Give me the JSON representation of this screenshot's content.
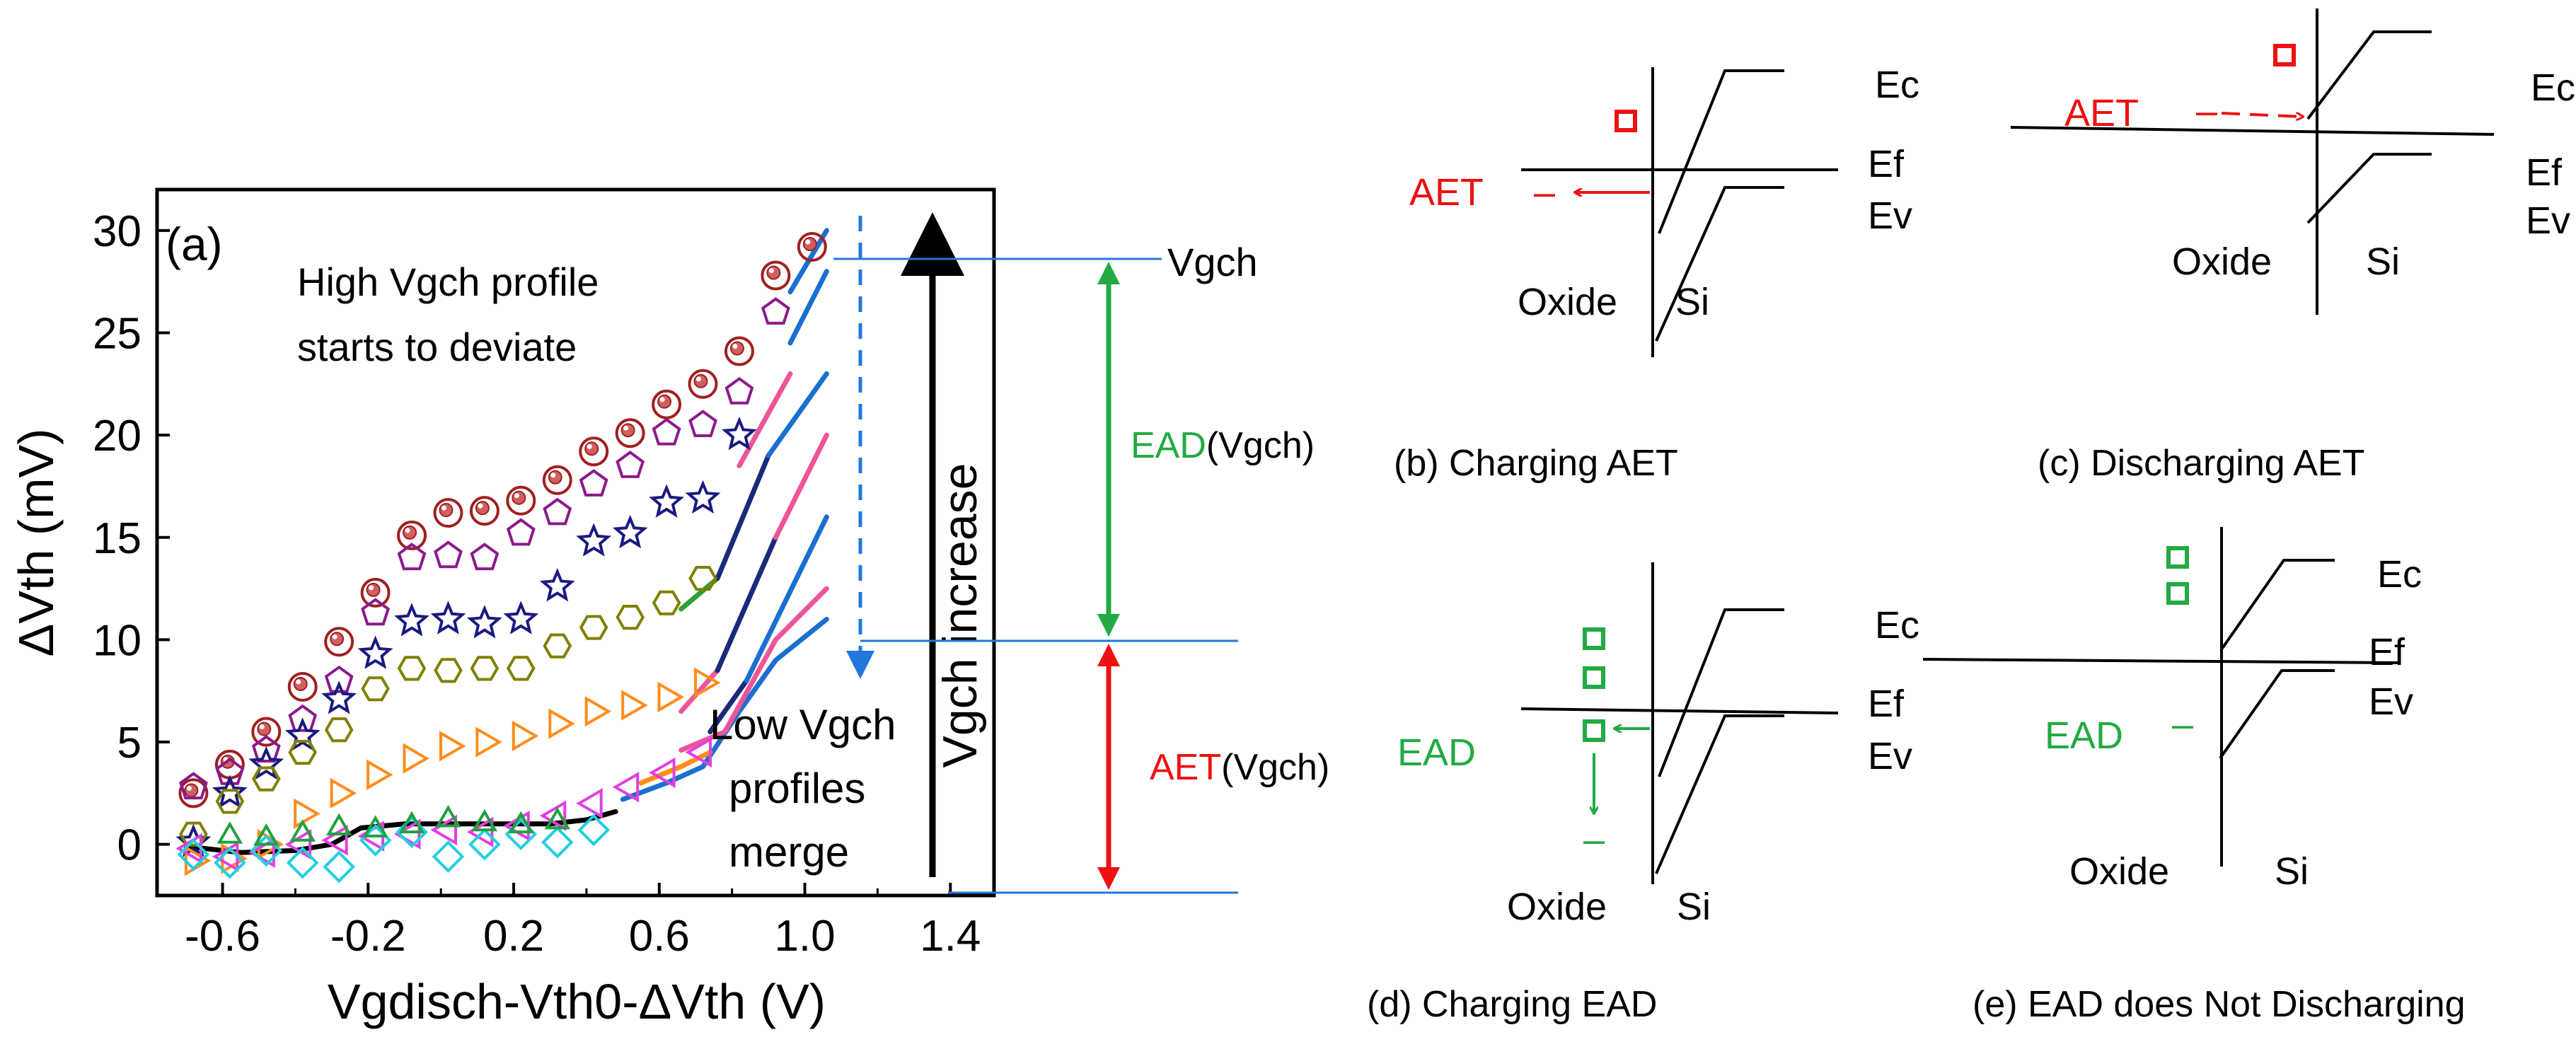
{
  "chart_data": {
    "type": "scatter",
    "panel_label": "(a)",
    "xlabel": "Vgdisch-Vth0-ΔVth (V)",
    "ylabel": "ΔVth (mV)",
    "xlim": [
      -0.78,
      1.52
    ],
    "ylim": [
      -2.5,
      32
    ],
    "xticks": [
      "-0.6",
      "-0.2",
      "0.2",
      "0.6",
      "1.0",
      "1.4"
    ],
    "xtick_values": [
      -0.6,
      -0.2,
      0.2,
      0.6,
      1.0,
      1.4
    ],
    "yticks": [
      "0",
      "5",
      "10",
      "15",
      "20",
      "25",
      "30"
    ],
    "ytick_values": [
      0,
      5,
      10,
      15,
      20,
      25,
      30
    ],
    "colors": {
      "maroon": "#a02020",
      "purple": "#8b1a8b",
      "navy": "#1a1a80",
      "olive": "#808000",
      "orange": "#ff8c1a",
      "magenta": "#e040e0",
      "cyan": "#20d0e0",
      "green": "#20a040",
      "fit_blue": "#1a6fd0",
      "fit_pink": "#ee5599",
      "fit_navy": "#1a2a7a",
      "fit_green": "#30a030",
      "fit_orange": "#ff8c1a",
      "fit_black": "#000000",
      "red": "#ee1111",
      "ead_green": "#22aa44",
      "line_blue": "#2277dd"
    },
    "series": [
      {
        "marker": "circle-dot",
        "color": "maroon",
        "x": [
          -0.68,
          -0.58,
          -0.48,
          -0.38,
          -0.28,
          -0.18,
          -0.08,
          0.02,
          0.12,
          0.22,
          0.32,
          0.42,
          0.52,
          0.62,
          0.72,
          0.82,
          0.92,
          1.02
        ],
        "y": [
          2.5,
          3.9,
          5.5,
          7.7,
          9.9,
          12.3,
          15.1,
          16.2,
          16.3,
          16.8,
          17.8,
          19.2,
          20.1,
          21.5,
          22.5,
          24.1,
          27.8,
          29.2
        ]
      },
      {
        "marker": "pentagon",
        "color": "purple",
        "x": [
          -0.68,
          -0.58,
          -0.48,
          -0.38,
          -0.28,
          -0.18,
          -0.08,
          0.02,
          0.12,
          0.22,
          0.32,
          0.42,
          0.52,
          0.62,
          0.72,
          0.82,
          0.92
        ],
        "y": [
          2.8,
          3.5,
          4.6,
          6.1,
          8.0,
          11.3,
          14.0,
          14.1,
          14.0,
          15.2,
          16.2,
          17.6,
          18.5,
          20.1,
          20.5,
          22.1,
          26.0
        ]
      },
      {
        "marker": "star",
        "color": "navy",
        "x": [
          -0.68,
          -0.58,
          -0.48,
          -0.38,
          -0.28,
          -0.18,
          -0.08,
          0.02,
          0.12,
          0.22,
          0.32,
          0.42,
          0.52,
          0.62,
          0.72,
          0.82
        ],
        "y": [
          0.1,
          2.5,
          3.9,
          5.3,
          7.1,
          9.3,
          10.9,
          11.0,
          10.8,
          11.0,
          12.6,
          14.8,
          15.2,
          16.7,
          16.9,
          20.0
        ]
      },
      {
        "marker": "hexagon",
        "color": "olive",
        "x": [
          -0.68,
          -0.58,
          -0.48,
          -0.38,
          -0.28,
          -0.18,
          -0.08,
          0.02,
          0.12,
          0.22,
          0.32,
          0.42,
          0.52,
          0.62,
          0.72
        ],
        "y": [
          0.5,
          2.1,
          3.2,
          4.5,
          5.6,
          7.6,
          8.6,
          8.5,
          8.6,
          8.6,
          9.7,
          10.6,
          11.1,
          11.8,
          13.0
        ]
      },
      {
        "marker": "triangle-right",
        "color": "orange",
        "x": [
          -0.68,
          -0.58,
          -0.48,
          -0.38,
          -0.28,
          -0.18,
          -0.08,
          0.02,
          0.12,
          0.22,
          0.32,
          0.42,
          0.52,
          0.62,
          0.72
        ],
        "y": [
          -0.8,
          -0.7,
          0.0,
          1.5,
          2.5,
          3.4,
          4.2,
          4.8,
          5.0,
          5.3,
          5.9,
          6.5,
          6.8,
          7.2,
          7.9
        ]
      },
      {
        "marker": "triangle-left",
        "color": "magenta",
        "x": [
          -0.68,
          -0.58,
          -0.48,
          -0.38,
          -0.28,
          -0.18,
          -0.08,
          0.02,
          0.12,
          0.22,
          0.32,
          0.42,
          0.52,
          0.62,
          0.72
        ],
        "y": [
          -0.2,
          -0.6,
          -0.4,
          0.0,
          0.2,
          0.4,
          0.5,
          0.7,
          0.6,
          0.9,
          1.4,
          2.0,
          2.8,
          3.5,
          4.5
        ]
      },
      {
        "marker": "diamond",
        "color": "cyan",
        "x": [
          -0.68,
          -0.58,
          -0.48,
          -0.38,
          -0.28,
          -0.18,
          -0.08,
          0.02,
          0.12,
          0.22,
          0.32,
          0.42
        ],
        "y": [
          -0.5,
          -0.9,
          -0.3,
          -0.9,
          -1.1,
          0.2,
          0.6,
          -0.6,
          0.0,
          0.5,
          0.1,
          0.7
        ]
      },
      {
        "marker": "triangle-up",
        "color": "green",
        "x": [
          -0.58,
          -0.48,
          -0.38,
          -0.28,
          -0.18,
          -0.08,
          0.02,
          0.12,
          0.22,
          0.32
        ],
        "y": [
          0.4,
          0.3,
          0.5,
          0.8,
          0.7,
          0.9,
          1.2,
          1.0,
          0.9,
          1.1
        ]
      }
    ],
    "fit_lines": [
      {
        "color": "fit_black",
        "x": [
          -0.7,
          -0.55,
          -0.4,
          -0.3,
          -0.22,
          -0.1,
          0.1,
          0.3,
          0.4,
          0.48
        ],
        "y": [
          -0.1,
          -0.4,
          -0.3,
          0.0,
          0.8,
          1.0,
          1.0,
          1.0,
          1.2,
          1.6
        ]
      },
      {
        "color": "fit_blue",
        "x": [
          0.5,
          0.62,
          0.72,
          0.82,
          0.92,
          1.06
        ],
        "y": [
          2.2,
          3.0,
          3.8,
          6.5,
          9.0,
          11.0
        ]
      },
      {
        "color": "fit_orange",
        "x": [
          0.55,
          0.66,
          0.74
        ],
        "y": [
          3.0,
          3.8,
          4.5
        ]
      },
      {
        "color": "fit_pink",
        "x": [
          0.66,
          0.78,
          0.92,
          1.06
        ],
        "y": [
          4.6,
          5.5,
          10.0,
          12.5
        ]
      },
      {
        "color": "fit_navy",
        "x": [
          0.74,
          0.84
        ],
        "y": [
          5.5,
          8.0
        ]
      },
      {
        "color": "fit_blue",
        "x": [
          0.84,
          1.06
        ],
        "y": [
          8.0,
          16.0
        ]
      },
      {
        "color": "fit_pink",
        "x": [
          0.66,
          0.76
        ],
        "y": [
          6.5,
          8.5
        ]
      },
      {
        "color": "fit_navy",
        "x": [
          0.76,
          0.92
        ],
        "y": [
          8.5,
          15.0
        ]
      },
      {
        "color": "fit_pink",
        "x": [
          0.92,
          1.06
        ],
        "y": [
          15.0,
          20.0
        ]
      },
      {
        "color": "fit_green",
        "x": [
          0.66,
          0.76
        ],
        "y": [
          11.5,
          13.0
        ]
      },
      {
        "color": "fit_navy",
        "x": [
          0.76,
          0.9
        ],
        "y": [
          13.0,
          19.0
        ]
      },
      {
        "color": "fit_blue",
        "x": [
          0.9,
          1.06
        ],
        "y": [
          19.0,
          23.0
        ]
      },
      {
        "color": "fit_pink",
        "x": [
          0.82,
          0.96
        ],
        "y": [
          18.5,
          23.0
        ]
      },
      {
        "color": "fit_blue",
        "x": [
          0.96,
          1.06
        ],
        "y": [
          24.5,
          28.0
        ]
      },
      {
        "color": "fit_blue",
        "x": [
          0.96,
          1.06
        ],
        "y": [
          27.0,
          30.0
        ]
      }
    ],
    "annotations": {
      "high_vgch": [
        "High Vgch profile",
        "starts to deviate"
      ],
      "low_vgch": [
        "Low Vgch",
        "profiles",
        "merge"
      ],
      "vgch_increase": "Vgch increase",
      "vgch_label": "Vgch",
      "ead_label": "EAD",
      "ead_paren": "(Vgch)",
      "aet_label": "AET",
      "aet_paren": "(Vgch)"
    }
  },
  "band_diagrams": {
    "b": {
      "caption": "(b) Charging AET",
      "ec": "Ec",
      "ef": "Ef",
      "ev": "Ev",
      "oxide": "Oxide",
      "si": "Si",
      "trap_label": "AET",
      "minus": "–"
    },
    "c": {
      "caption": "(c) Discharging AET",
      "ec": "Ec",
      "ef": "Ef",
      "ev": "Ev",
      "oxide": "Oxide",
      "si": "Si",
      "trap_label": "AET",
      "minus": "–"
    },
    "d": {
      "caption": "(d) Charging EAD",
      "ec": "Ec",
      "ef": "Ef",
      "ev": "Ev",
      "oxide": "Oxide",
      "si": "Si",
      "trap_label": "EAD",
      "minus": "–"
    },
    "e": {
      "caption": "(e) EAD does Not Discharging",
      "ec": "Ec",
      "ef": "Ef",
      "ev": "Ev",
      "oxide": "Oxide",
      "si": "Si",
      "trap_label": "EAD",
      "minus": "–"
    }
  }
}
